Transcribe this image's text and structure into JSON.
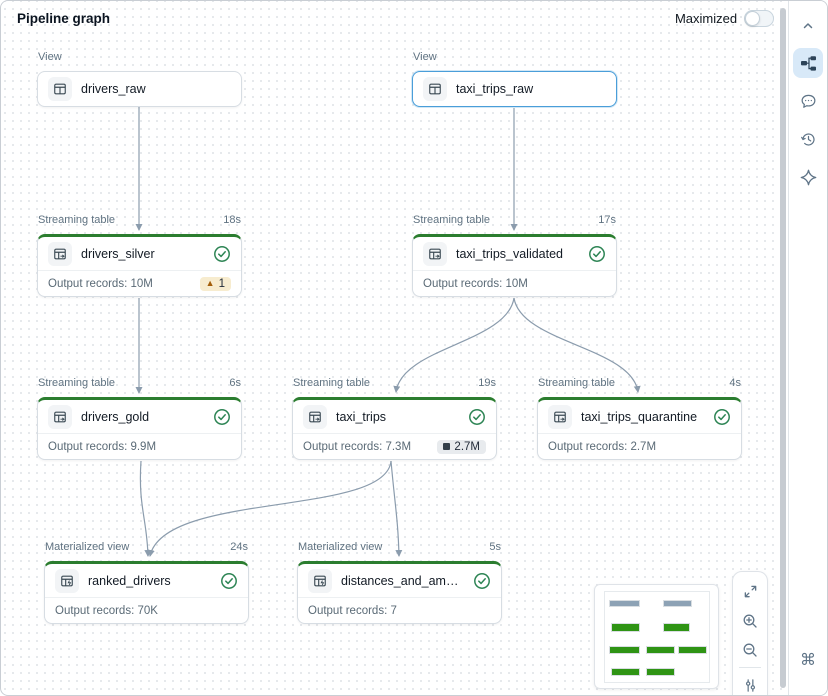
{
  "header": {
    "title": "Pipeline graph",
    "maximized_label": "Maximized",
    "maximized_on": false
  },
  "nodes": [
    {
      "kind": "View",
      "name": "drivers_raw"
    },
    {
      "kind": "View",
      "name": "taxi_trips_raw",
      "selected": true
    },
    {
      "kind": "Streaming table",
      "duration": "18s",
      "name": "drivers_silver",
      "status": "success",
      "records": "Output records: 10M",
      "warning_count": "1"
    },
    {
      "kind": "Streaming table",
      "duration": "17s",
      "name": "taxi_trips_validated",
      "status": "success",
      "records": "Output records: 10M"
    },
    {
      "kind": "Streaming table",
      "duration": "6s",
      "name": "drivers_gold",
      "status": "success",
      "records": "Output records: 9.9M"
    },
    {
      "kind": "Streaming table",
      "duration": "19s",
      "name": "taxi_trips",
      "status": "success",
      "records": "Output records: 7.3M",
      "dropped_badge": "2.7M"
    },
    {
      "kind": "Streaming table",
      "duration": "4s",
      "name": "taxi_trips_quarantine",
      "status": "success",
      "records": "Output records: 2.7M"
    },
    {
      "kind": "Materialized view",
      "duration": "24s",
      "name": "ranked_drivers",
      "status": "success",
      "records": "Output records: 70K"
    },
    {
      "kind": "Materialized view",
      "duration": "5s",
      "name": "distances_and_amounts_b...",
      "status": "success",
      "records": "Output records: 7"
    }
  ],
  "edges": [
    "drivers_raw -> drivers_silver",
    "taxi_trips_raw -> taxi_trips_validated",
    "drivers_silver -> drivers_gold",
    "taxi_trips_validated -> taxi_trips",
    "taxi_trips_validated -> taxi_trips_quarantine",
    "drivers_gold -> ranked_drivers",
    "taxi_trips -> ranked_drivers",
    "taxi_trips -> distances_and_amounts_b..."
  ],
  "sidebar": {
    "icons": [
      "collapse-chevron-up",
      "pipeline-graph",
      "comments",
      "history",
      "assistant-sparkle",
      "command-palette"
    ],
    "active_icon": "pipeline-graph",
    "command_glyph": "⌘"
  },
  "controls": {
    "icons": [
      "fit-to-screen",
      "zoom-in",
      "zoom-out",
      "graph-settings"
    ]
  },
  "colors": {
    "status_green": "#2b7d2f",
    "check_green": "#2e8555",
    "edge": "#8b9cad",
    "selected_blue": "#4a9ed9",
    "warning_badge_bg": "#f7eccf",
    "warning_icon": "#a35e0a",
    "gray_badge_bg": "#e8ebee",
    "minimap_green": "#2f9414",
    "minimap_gray": "#8da2b5",
    "label_text": "#5f7281"
  }
}
